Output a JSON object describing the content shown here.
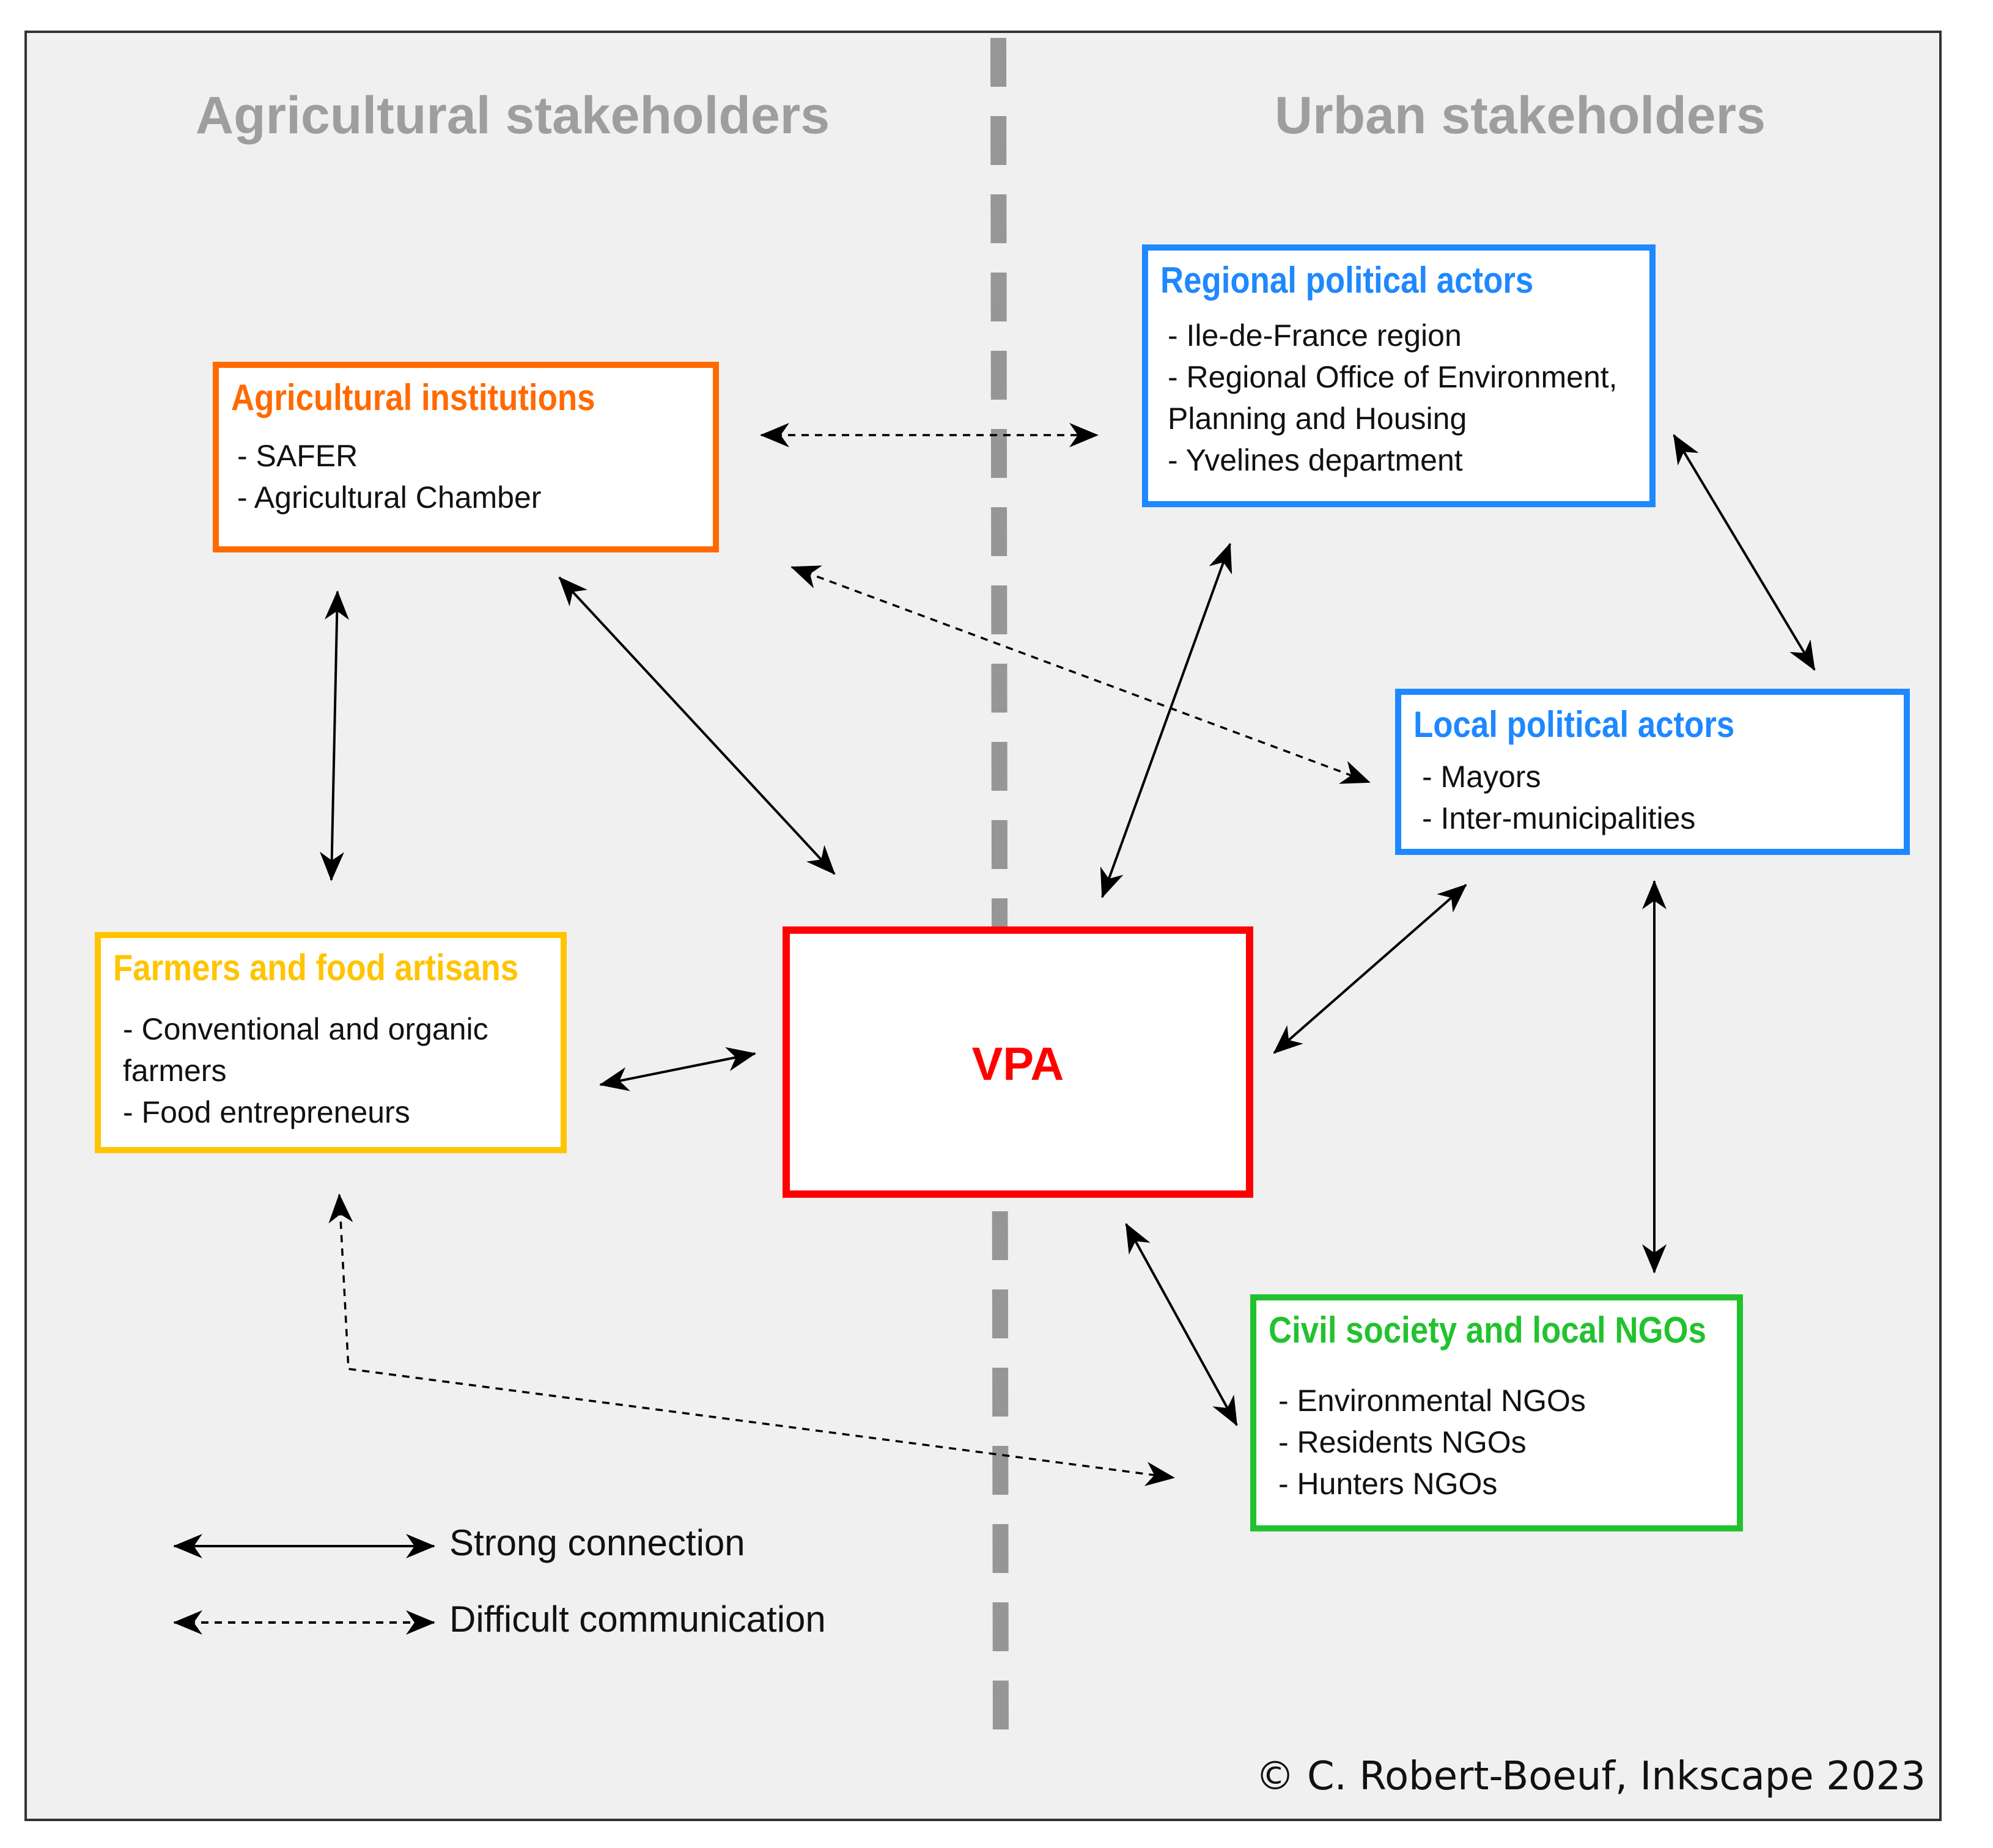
{
  "headings": {
    "left": "Agricultural stakeholders",
    "right": "Urban stakeholders"
  },
  "boxes": {
    "agri_institutions": {
      "title": "Agricultural institutions",
      "color": "#ff6a00",
      "items": [
        "- SAFER",
        "- Agricultural Chamber"
      ]
    },
    "regional": {
      "title": "Regional political actors",
      "color": "#1e88ff",
      "items": [
        "- Ile-de-France region",
        "- Regional Office of Environment,\nPlanning and Housing",
        "- Yvelines department"
      ]
    },
    "local": {
      "title": "Local political actors",
      "color": "#1e88ff",
      "items": [
        "- Mayors",
        "- Inter-municipalities"
      ]
    },
    "farmers": {
      "title": "Farmers and food artisans",
      "color": "#ffc400",
      "items": [
        "- Conventional and organic\nfarmers",
        "- Food entrepreneurs"
      ]
    },
    "vpa": {
      "title": "VPA",
      "color": "#ff0000"
    },
    "civil": {
      "title": "Civil society and local NGOs",
      "color": "#22c22e",
      "items": [
        "- Environmental NGOs",
        "- Residents NGOs",
        "- Hunters NGOs"
      ]
    }
  },
  "legend": {
    "strong": "Strong connection",
    "difficult": "Difficult communication"
  },
  "connections": [
    {
      "from": "agri_institutions",
      "to": "regional",
      "type": "difficult"
    },
    {
      "from": "agri_institutions",
      "to": "local",
      "type": "difficult"
    },
    {
      "from": "agri_institutions",
      "to": "farmers",
      "type": "strong"
    },
    {
      "from": "agri_institutions",
      "to": "vpa",
      "type": "strong"
    },
    {
      "from": "regional",
      "to": "vpa",
      "type": "strong"
    },
    {
      "from": "regional",
      "to": "local",
      "type": "strong"
    },
    {
      "from": "local",
      "to": "vpa",
      "type": "strong"
    },
    {
      "from": "local",
      "to": "civil",
      "type": "strong"
    },
    {
      "from": "farmers",
      "to": "vpa",
      "type": "strong"
    },
    {
      "from": "farmers",
      "to": "civil",
      "type": "difficult"
    },
    {
      "from": "vpa",
      "to": "civil",
      "type": "strong"
    }
  ],
  "credit": "© C. Robert-Boeuf, Inkscape 2023"
}
